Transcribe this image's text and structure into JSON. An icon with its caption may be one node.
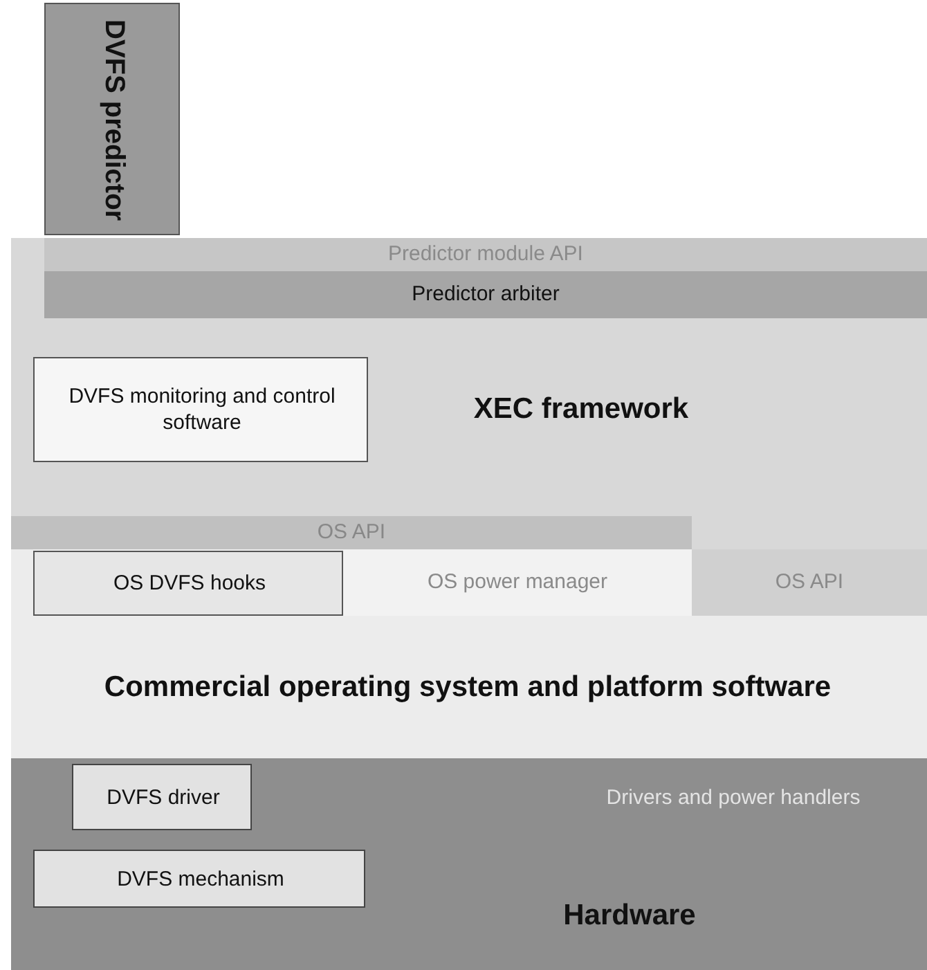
{
  "diagram": {
    "nodes": [
      {
        "text": [
          "DVFS predictor"
        ]
      },
      {
        "text": [
          "XEC framework"
        ]
      },
      {
        "text": [
          "Predictor module API"
        ],
        "in": 1
      },
      {
        "text": [
          "Predictor arbiter"
        ],
        "in": 1
      },
      {
        "text": [
          "DVFS monitoring and control software"
        ],
        "in": 1
      },
      {
        "text": [
          "OS API"
        ],
        "in": 1
      },
      {
        "text": [
          "Commercial operating system and platform software"
        ]
      },
      {
        "text": [
          "OS power manager"
        ],
        "in": 6
      },
      {
        "text": [
          "OS DVFS hooks"
        ],
        "in": 6
      },
      {
        "text": [
          "OS API"
        ],
        "in": 6
      },
      {
        "text": [
          "Drivers and power handlers",
          "Hardware"
        ]
      },
      {
        "text": [
          "DVFS driver"
        ],
        "in": 10
      },
      {
        "text": [
          "DVFS mechanism"
        ],
        "in": 10
      }
    ]
  }
}
